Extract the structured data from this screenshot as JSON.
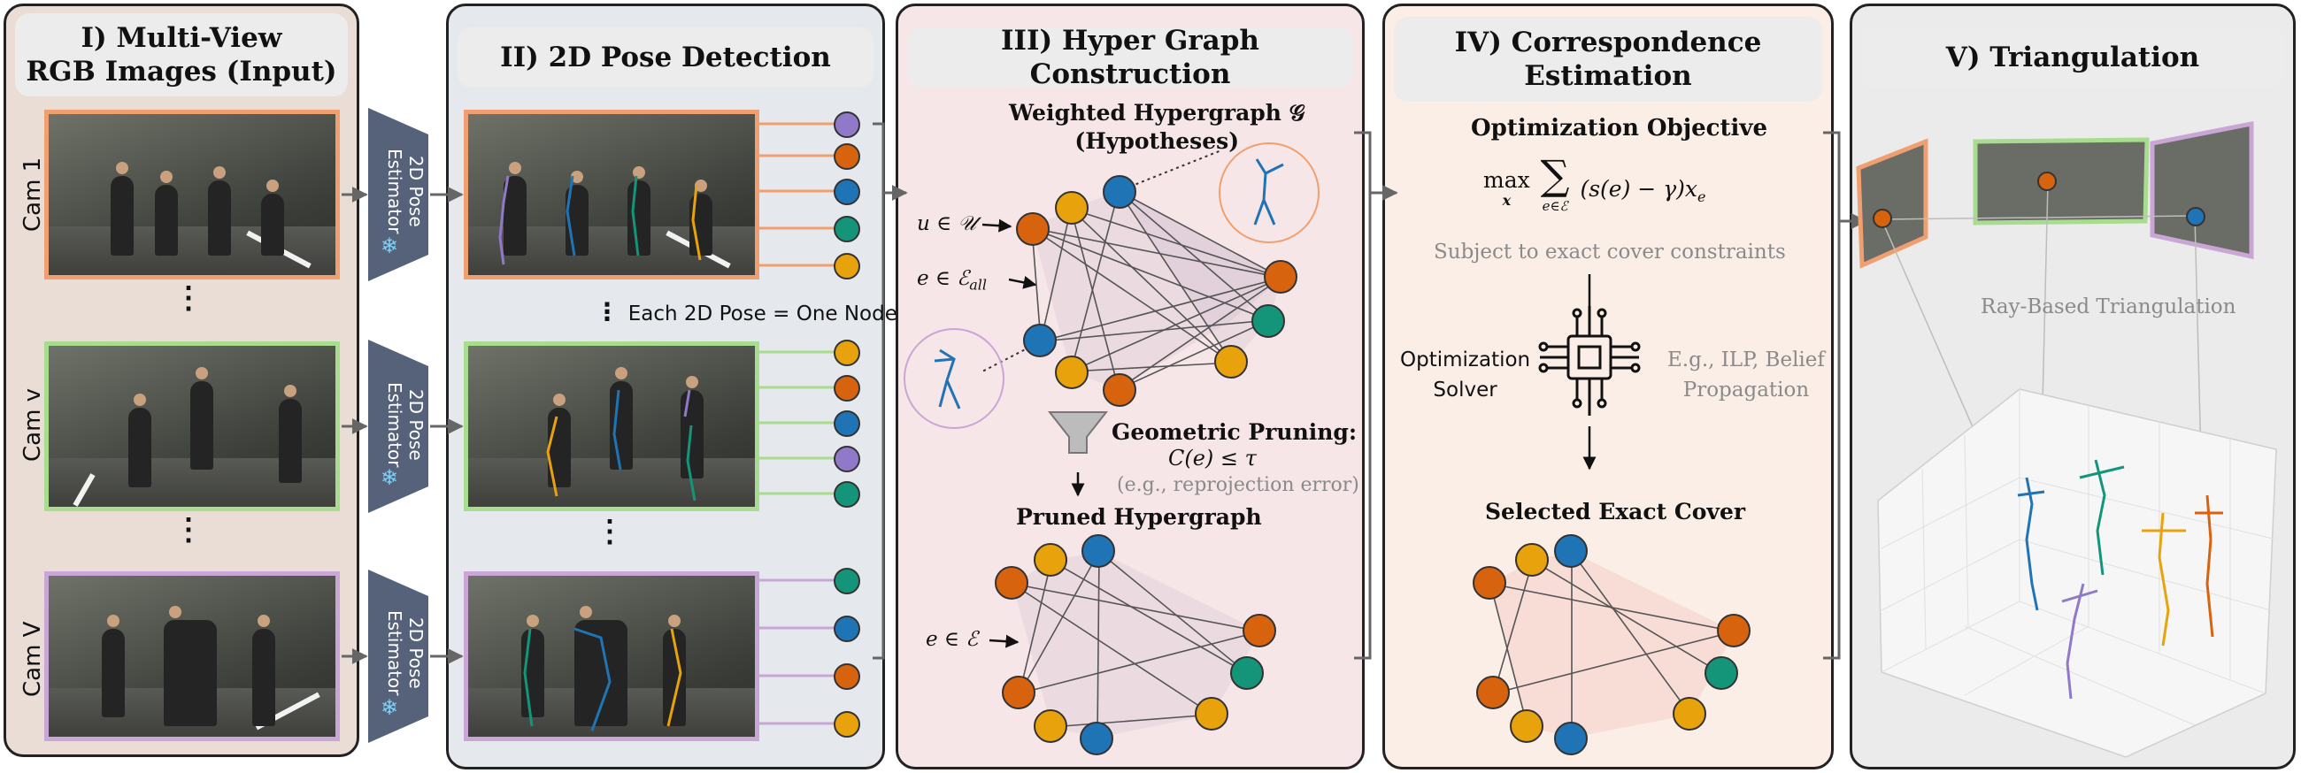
{
  "panel1": {
    "title_line1": "I) Multi-View",
    "title_line2": "RGB Images (Input)",
    "cams": [
      "Cam 1",
      "Cam v",
      "Cam V"
    ]
  },
  "estimator": {
    "line1": "2D Pose",
    "line2": "Estimator",
    "snowflake": "❄"
  },
  "panel2": {
    "title": "II) 2D Pose Detection",
    "note": "Each 2D Pose = One Node"
  },
  "panel3": {
    "title": "III) Hyper Graph Construction",
    "hyper_title_line1": "Weighted Hypergraph 𝒢",
    "hyper_title_line2": "(Hypotheses)",
    "u_label": "u ∈ 𝒰",
    "e_all_label": "e ∈ ℰ",
    "e_all_sub": "all",
    "pruning_title": "Geometric Pruning:",
    "pruning_formula": "𝐶(e) ≤ τ",
    "pruning_example": "(e.g., reprojection error)",
    "pruned_title": "Pruned Hypergraph",
    "e_label": "e ∈ ℰ"
  },
  "panel4": {
    "title_line1": "IV) Correspondence",
    "title_line2": "Estimation",
    "objective_title": "Optimization Objective",
    "max_label": "max",
    "max_sub": "x",
    "sum_sub": "e∈ℰ",
    "objective_body": "(s(e) − γ)x",
    "objective_sub": "e",
    "constraint": "Subject to exact cover constraints",
    "solver_line1": "Optimization",
    "solver_line2": "Solver",
    "examples_line1": "E.g., ILP, Belief",
    "examples_line2": "Propagation",
    "selected_title": "Selected Exact Cover"
  },
  "panel5": {
    "title": "V) Triangulation",
    "ray_label": "Ray-Based Triangulation"
  },
  "colors": {
    "orange": "#d8630f",
    "yellow": "#e8a20c",
    "blue": "#1f74b5",
    "green": "#14957a",
    "purple": "#9079c9",
    "cam1": "#f0a070",
    "camv": "#a8dc8e",
    "camV": "#caa6d6",
    "estimator": "#56627a",
    "p1bg": "#eadfd8",
    "p2bg": "#e4e8ec",
    "p3bg": "#f6e6e8",
    "p4bg": "#faeee6",
    "p5bg": "#ececec"
  },
  "icons": [
    "snowflake-icon",
    "funnel-icon",
    "chip-icon",
    "arrow-icon"
  ]
}
